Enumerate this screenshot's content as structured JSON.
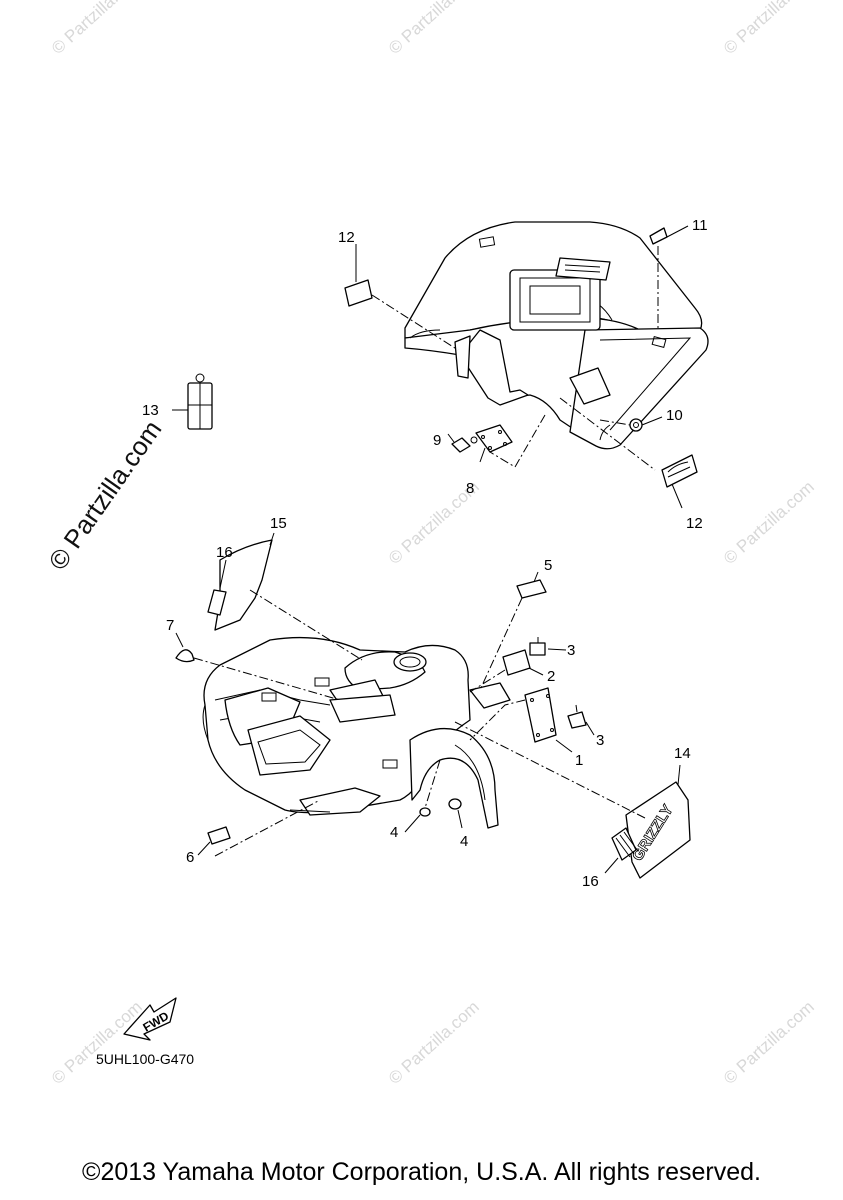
{
  "watermark": "© Partzilla.com",
  "diagram_code": "5UHL100-G470",
  "fwd_label": "FWD",
  "copyright": "©2013 Yamaha Motor Corporation, U.S.A. All rights reserved.",
  "decal_text": "GRIZZLY",
  "callouts": {
    "c1": "1",
    "c2": "2",
    "c3a": "3",
    "c3b": "3",
    "c4a": "4",
    "c4b": "4",
    "c5": "5",
    "c6": "6",
    "c7": "7",
    "c8": "8",
    "c9": "9",
    "c10": "10",
    "c11": "11",
    "c12a": "12",
    "c12b": "12",
    "c13": "13",
    "c14": "14",
    "c15": "15",
    "c16a": "16",
    "c16b": "16"
  }
}
